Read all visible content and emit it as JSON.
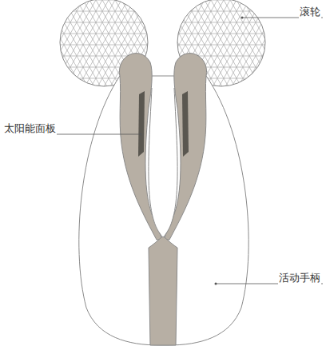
{
  "diagram": {
    "labels": [
      "滚轮",
      "太阳能面板",
      "活动手柄"
    ]
  }
}
